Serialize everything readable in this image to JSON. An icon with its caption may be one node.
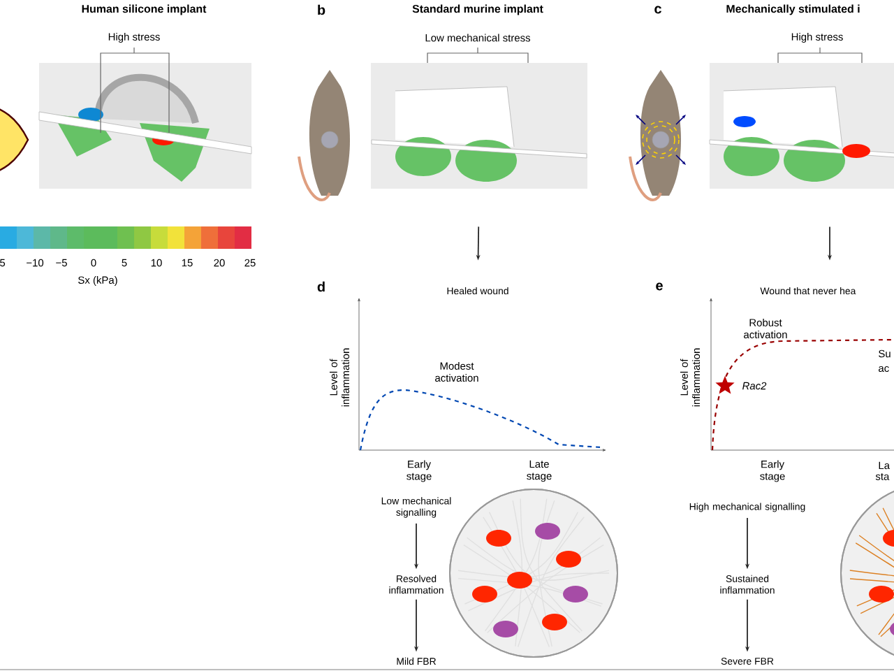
{
  "diagram": {
    "nodes": [
      {
        "text": [],
        "shape": "picture"
      },
      {
        "text": [
          "Healed wound"
        ]
      },
      {
        "text": [],
        "shape": "picture"
      },
      {
        "text": [
          "Wound that never hea"
        ]
      },
      {
        "text": [
          "Low mechanical signalling"
        ]
      },
      {
        "text": [
          "Resolved inflammation"
        ]
      },
      {
        "text": [
          "Mild FBR"
        ]
      },
      {
        "text": [
          "High mechanical signalling"
        ]
      },
      {
        "text": [
          "Sustained inflammation"
        ]
      },
      {
        "text": [
          "Severe FBR"
        ]
      }
    ],
    "edges": [
      {
        "from": 0,
        "to": 1,
        "arrow": "to"
      },
      {
        "from": 2,
        "to": 3,
        "arrow": "to"
      },
      {
        "from": 4,
        "to": 5,
        "arrow": "to"
      },
      {
        "from": 5,
        "to": 6,
        "arrow": "to"
      },
      {
        "from": 7,
        "to": 8,
        "arrow": "to"
      },
      {
        "from": 8,
        "to": 9,
        "arrow": "to"
      }
    ],
    "labels": [
      "Human silicone implant",
      "High stress",
      "b",
      "Standard murine implant",
      "Low mechanical stress",
      "c",
      "Mechanically stimulated i",
      "High stress",
      "5",
      "−10",
      "−5",
      "0",
      "5",
      "10",
      "15",
      "20",
      "25",
      "Sx (kPa)",
      "d",
      "e",
      "Level of inflammation",
      "Modest activation",
      "Early stage",
      "Late stage",
      "Level of inflammation",
      "Robust activation",
      "Rac2",
      "Su",
      "ac",
      "Early stage",
      "La",
      "sta"
    ]
  }
}
